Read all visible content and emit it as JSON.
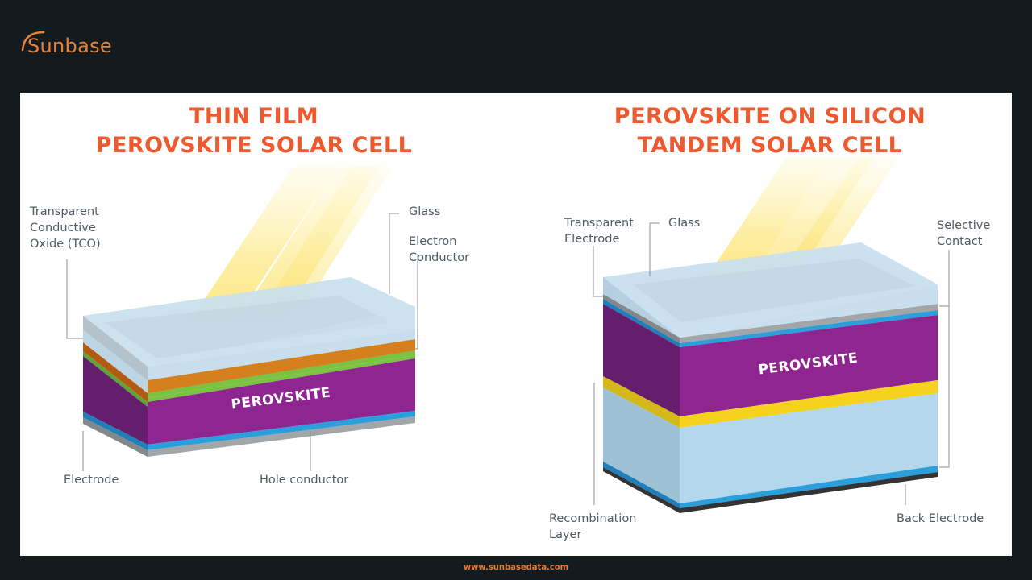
{
  "brand": {
    "name": "Sunbase",
    "accent": "#e8823a",
    "website": "www.sunbasedata.com"
  },
  "left_diagram": {
    "title_line1": "THIN FILM",
    "title_line2": "PEROVSKITE SOLAR CELL",
    "layer_text": "PEROVSKITE",
    "labels": {
      "tco_1": "Transparent",
      "tco_2": "Conductive",
      "tco_3": "Oxide (TCO)",
      "glass": "Glass",
      "electron_1": "Electron",
      "electron_2": "Conductor",
      "electrode": "Electrode",
      "hole": "Hole conductor"
    }
  },
  "right_diagram": {
    "title_line1": "PEROVSKITE ON SILICON",
    "title_line2": "TANDEM SOLAR CELL",
    "layer_text": "PEROVSKITE",
    "labels": {
      "te_1": "Transparent",
      "te_2": "Electrode",
      "glass": "Glass",
      "sel_1": "Selective",
      "sel_2": "Contact",
      "rec_1": "Recombination",
      "rec_2": "Layer",
      "back": "Back Electrode"
    }
  },
  "colors": {
    "title": "#ee5a2f",
    "perovskite": "#8e2590",
    "glass": "#c9dfee",
    "tco": "#d57f1d",
    "electron_conductor": "#7cc242",
    "hole_conductor": "#2a9fdc",
    "electrode": "#a3a6a9",
    "recombination": "#f4d21e",
    "silicon": "#b3d7ec",
    "back_electrode": "#333333"
  }
}
